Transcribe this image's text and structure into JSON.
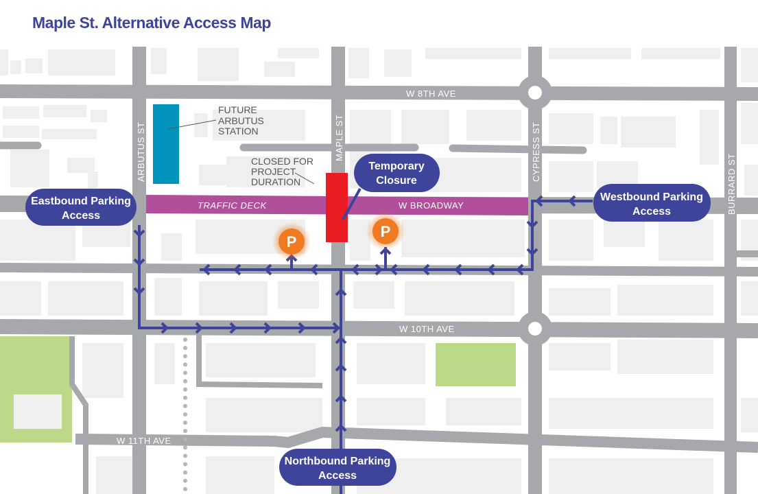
{
  "title": "Maple St. Alternative Access Map",
  "streets": {
    "w8th": "W 8TH AVE",
    "broadway": "W BROADWAY",
    "w10th": "W 10TH AVE",
    "w11th_west": "W 11TH AVE",
    "w11th_east": "W 11TH AVE",
    "arbutus": "ARBUTUS ST",
    "maple": "MAPLE ST",
    "cypress": "CYPRESS ST",
    "burrard": "BURRARD ST",
    "traffic_deck": "TRAFFIC DECK"
  },
  "notes": {
    "station": [
      "FUTURE",
      "ARBUTUS",
      "STATION"
    ],
    "closed": [
      "CLOSED FOR",
      "PROJECT",
      "DURATION"
    ]
  },
  "callouts": {
    "eastbound": [
      "Eastbound Parking",
      "Access"
    ],
    "westbound": [
      "Westbound Parking",
      "Access"
    ],
    "northbound": [
      "Northbound Parking",
      "Access"
    ],
    "closure": [
      "Temporary",
      "Closure"
    ]
  },
  "parking": {
    "label": "P"
  },
  "colors": {
    "route": "#3d4499",
    "traffic_deck": "#b14f9c",
    "closure": "#ec1c24",
    "station": "#0093bb",
    "parking": "#f07a22",
    "park": "#bcd98a",
    "road": "#a7a8ab"
  }
}
